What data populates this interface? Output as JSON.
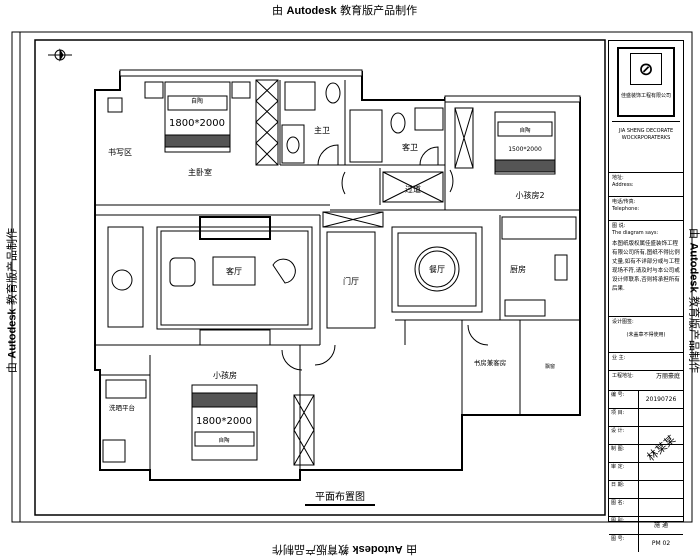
{
  "watermark": {
    "prefix": "由 ",
    "brand": "Autodesk",
    "suffix": " 教育版产品制作"
  },
  "plan": {
    "title": "平面布置图",
    "rooms": {
      "study_area": "书写区",
      "master_bedroom": "主卧室",
      "master_bath": "主卫",
      "guest_bath": "客卫",
      "corridor": "过道",
      "kids_room_2": "小孩房2",
      "living_room": "客厅",
      "foyer": "门厅",
      "dining_room": "餐厅",
      "kitchen": "厨房",
      "study_guest_room": "书房兼客房",
      "bay_window": "飘窗",
      "kids_room": "小孩房",
      "laundry_balcony": "洗晒平台"
    },
    "beds": {
      "master": {
        "pillow": "自陶",
        "size": "1800*2000"
      },
      "kids2": {
        "pillow": "自陶",
        "size": "1500*2000"
      },
      "kids": {
        "pillow": "自陶",
        "size": "1800*2000"
      }
    }
  },
  "title_block": {
    "company_cn": "佳盛装饰工程有限公司",
    "company_en": "JIA SHENG DECORATE WOCKRPORATERKS",
    "address": "地址:",
    "address_en": "Address:",
    "telephone_cn": "电话/传真:",
    "telephone": "Telephone:",
    "diagram_cn": "图 说:",
    "diagram_en": "The diagram says:",
    "notice": "本图纸版权属佳盛装饰工程有限公司所有,图纸不得比例丈量,如有不详部分或与工程现场不符,请及时与本公司或设计师联系,否则将承担所有后果.",
    "design_seal": "设计图签:",
    "seal_note": "(未盖章不得使用)",
    "owner": "业 主:",
    "site_label": "工程地址:",
    "site_value": "万丽豪庭",
    "rows": [
      {
        "label": "编 号:",
        "value": "20190726"
      },
      {
        "label": "项 目:",
        "value": ""
      },
      {
        "label": "设 计:",
        "value": ""
      },
      {
        "label": "制 图:",
        "value": ""
      },
      {
        "label": "审 定:",
        "value": ""
      },
      {
        "label": "日 期:",
        "value": ""
      },
      {
        "label": "图 名:",
        "value": ""
      },
      {
        "label": "图 别:",
        "value": "施 通"
      },
      {
        "label": "图 号:",
        "value": "PM 02"
      }
    ],
    "signature": "林某某"
  }
}
